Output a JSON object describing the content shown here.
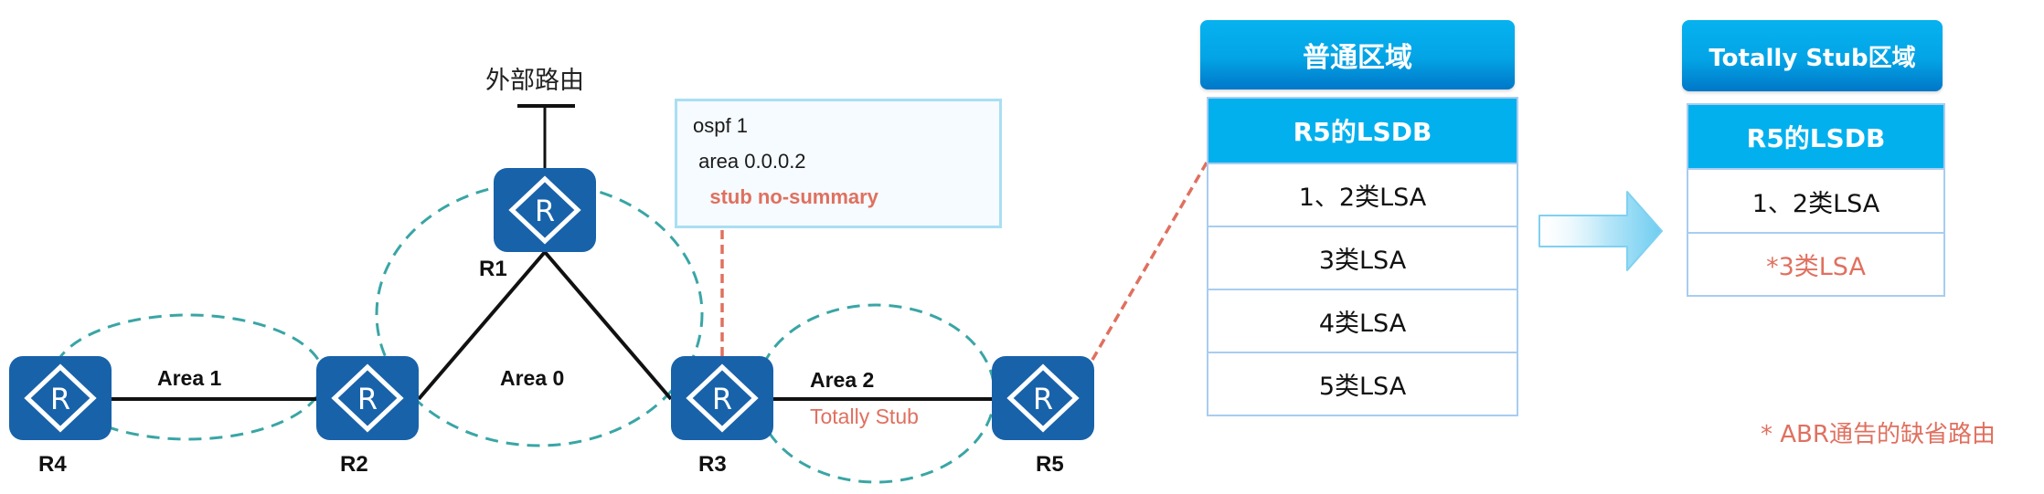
{
  "diagram": {
    "external_route_label": "外部路由",
    "routers": [
      {
        "id": "R1",
        "label": "R1",
        "icon_letter": "R"
      },
      {
        "id": "R2",
        "label": "R2",
        "icon_letter": "R"
      },
      {
        "id": "R3",
        "label": "R3",
        "icon_letter": "R"
      },
      {
        "id": "R4",
        "label": "R4",
        "icon_letter": "R"
      },
      {
        "id": "R5",
        "label": "R5",
        "icon_letter": "R"
      }
    ],
    "links": [
      {
        "from": "R4",
        "to": "R2"
      },
      {
        "from": "R2",
        "to": "R1"
      },
      {
        "from": "R1",
        "to": "R3"
      },
      {
        "from": "R3",
        "to": "R5"
      }
    ],
    "areas": [
      {
        "name": "Area 1",
        "members": [
          "R4",
          "R2"
        ]
      },
      {
        "name": "Area 0",
        "members": [
          "R1",
          "R2",
          "R3"
        ]
      },
      {
        "name": "Area 2",
        "members": [
          "R3",
          "R5"
        ],
        "type_label": "Totally Stub"
      }
    ],
    "config": {
      "lines": [
        "ospf 1",
        " area 0.0.0.2",
        "   stub no-summary"
      ],
      "highlight_line_index": 2,
      "attached_to": "R3"
    }
  },
  "normal_area": {
    "title": "普通区域",
    "table_header": "R5的LSDB",
    "rows": [
      "1、2类LSA",
      "3类LSA",
      "4类LSA",
      "5类LSA"
    ]
  },
  "totally_stub_area": {
    "title": "Totally Stub区域",
    "table_header": "R5的LSDB",
    "rows": [
      {
        "text": "1、2类LSA",
        "highlight": false
      },
      {
        "text": "*3类LSA",
        "highlight": true
      }
    ]
  },
  "footnote": "* ABR通告的缺省路由",
  "colors": {
    "router_fill": "#1862aa",
    "area_dash": "#3aa5a5",
    "highlight_red": "#e0705f",
    "header_blue": "#03b0ee"
  }
}
